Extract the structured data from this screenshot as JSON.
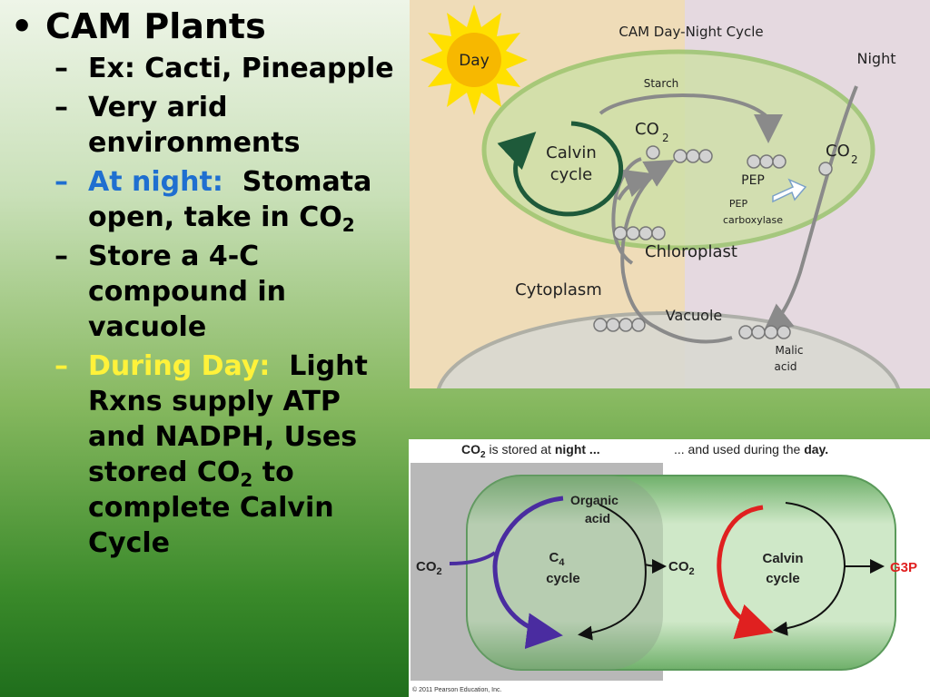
{
  "bullets": {
    "main": "CAM Plants",
    "sub1": "Ex:  Cacti, Pineapple",
    "sub2": "Very arid environments",
    "sub3_highlight": "At night:",
    "sub3_pre": "Stomata open, take in CO",
    "sub3_subscript": "2",
    "sub4": "Store a 4-C compound in vacuole",
    "sub5_highlight": "During Day:",
    "sub5_pre": "Light Rxns supply ATP and NADPH, Uses stored CO",
    "sub5_subscript": "2",
    "sub5_post": " to complete Calvin Cycle"
  },
  "top_diagram": {
    "title": "CAM Day-Night Cycle",
    "day": "Day",
    "night": "Night",
    "starch": "Starch",
    "co2_left": "CO",
    "co2_left_sub": "2",
    "co2_right": "CO",
    "co2_right_sub": "2",
    "calvin_line1": "Calvin",
    "calvin_line2": "cycle",
    "pep": "PEP",
    "pep_carboxylase_line1": "PEP",
    "pep_carboxylase_line2": "carboxylase",
    "chloroplast": "Chloroplast",
    "cytoplasm": "Cytoplasm",
    "vacuole": "Vacuole",
    "malic_line1": "Malic",
    "malic_line2": "acid"
  },
  "bottom_diagram": {
    "heading_part1": "CO",
    "heading_sub": "2",
    "heading_part2": " is stored at ",
    "heading_night": "night ...",
    "heading_part3": "... and used during the ",
    "heading_day": "day.",
    "co2_in": "CO",
    "co2_in_sub": "2",
    "organic_line1": "Organic",
    "organic_line2": "acid",
    "c4_line1": "C",
    "c4_sub": "4",
    "c4_line2": "cycle",
    "co2_mid": "CO",
    "co2_mid_sub": "2",
    "calvin_line1": "Calvin",
    "calvin_line2": "cycle",
    "g3p": "G3P",
    "copyright": "© 2011 Pearson Education, Inc."
  },
  "colors": {
    "highlight_blue": "#1f6fd0",
    "highlight_yellow": "#fff23a",
    "c4_cycle": "#4a2ca0",
    "calvin_red": "#e02020",
    "g3p_red": "#e02020"
  }
}
